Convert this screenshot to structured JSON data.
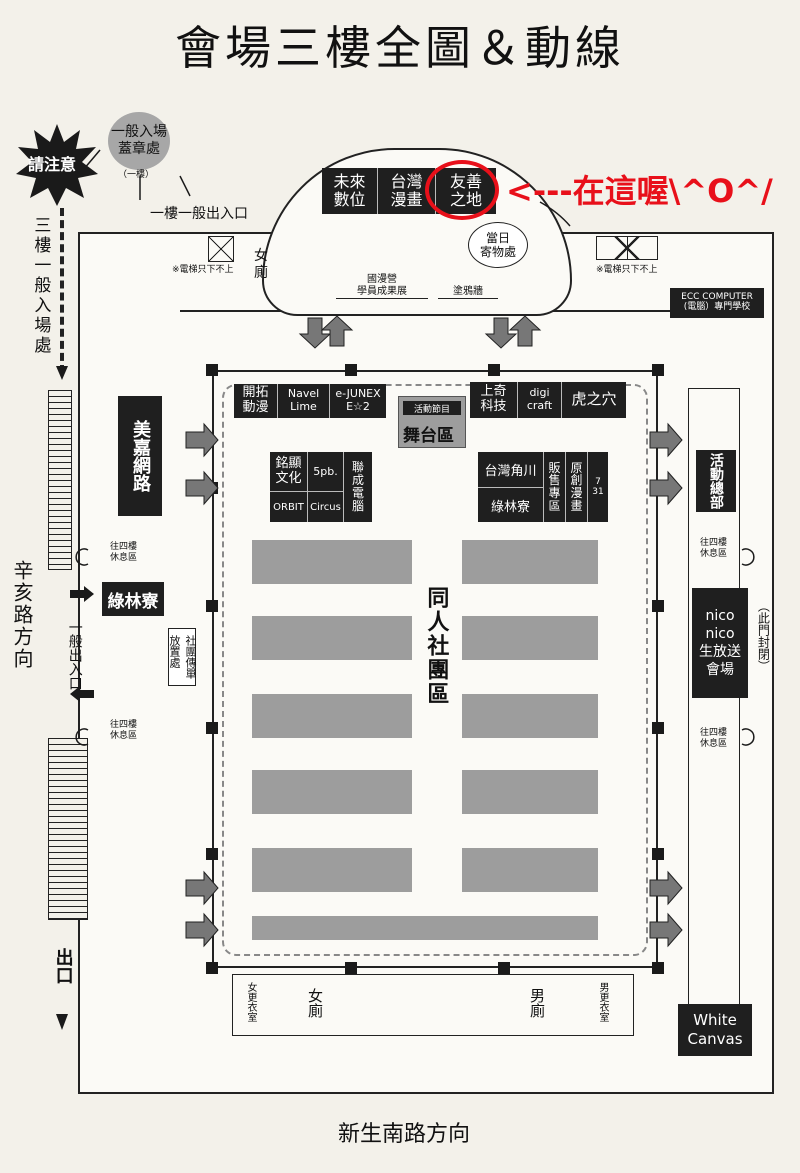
{
  "title": "會場三樓全圖＆動線",
  "annotation": "<---在這喔\\^O^/",
  "markers": {
    "attention": "請注意"
  },
  "top_left": {
    "entry_stamp": "一般入場\n蓋章處",
    "entry_stamp_note": "（一樓）",
    "first_floor_entry": "一樓一般出入口",
    "third_floor_entry": "三樓一般入場處"
  },
  "top_area": {
    "booths": [
      "未來\n數位",
      "台灣\n漫畫",
      "友善\n之地"
    ],
    "storage": "當日\n寄物處",
    "womens_restroom": "女\n廁",
    "exhibit_1": "國漫營\n學員成果展",
    "exhibit_2": "塗鴉牆",
    "elevator_note_left": "※電梯只下不上",
    "elevator_note_right": "※電梯只下不上",
    "school": "ECC COMPUTER\n(電腦）專門學校"
  },
  "hall": {
    "top_row_left": [
      "開拓\n動漫",
      "Navel\nLime",
      "e-JUNEX\nE☆2"
    ],
    "program_label": "活動節目",
    "stage": "舞台區",
    "top_row_right": [
      "上奇\n科技",
      "digi\ncraft",
      "虎之穴"
    ],
    "block_left": [
      "銘顯\n文化",
      "5pb.",
      "聯\n成\n電\n腦",
      "ORBIT",
      "Circus"
    ],
    "block_right": [
      "台灣角川",
      "販\n售\n專\n區",
      "原\n創\n漫\n畫",
      "7\n31",
      "綠林寮"
    ],
    "doujin_area": "同人社團區"
  },
  "left_side": {
    "meijia": "美嘉網路",
    "lulin": "綠林寮",
    "rest_upper": "往四樓\n休息區",
    "rest_lower": "往四樓\n休息區",
    "club_flyers": "社團傳單\n放置處",
    "general_exit": "一般出入口",
    "road": "辛亥路方向",
    "exit": "出口"
  },
  "right_side": {
    "activity_hq": "活動總部",
    "rest_upper": "往四樓\n休息區",
    "rest_lower": "往四樓\n休息區",
    "nico": "nico\nnico\n生放送\n會場",
    "closed_door": "（此門封閉）"
  },
  "bottom": {
    "womens_changing": "女更衣室",
    "womens_restroom": "女廁",
    "mens_restroom": "男廁",
    "mens_changing": "男更衣室",
    "white_canvas": "White\nCanvas",
    "road": "新生南路方向"
  }
}
